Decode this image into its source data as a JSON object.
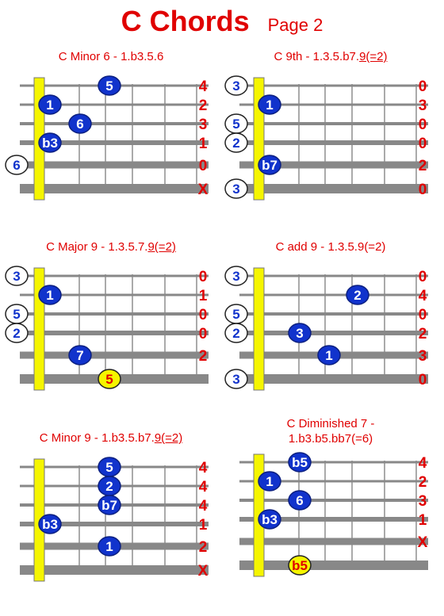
{
  "title": {
    "main": "C  Chords",
    "sub": "Page 2"
  },
  "colors": {
    "red": "#e00000",
    "blue_dot": "#1133cc",
    "nut": "#f5f500",
    "string": "#888888"
  },
  "diagrams": [
    {
      "id": "minor6",
      "label_lines": [
        [
          {
            "t": "C  Minor 6 - 1.b3.5.6"
          }
        ]
      ],
      "fingerings": [
        "4",
        "2",
        "3",
        "1",
        "0",
        "X"
      ],
      "dots": [
        {
          "text": "5",
          "string": 0,
          "fret": 3,
          "style": "blue"
        },
        {
          "text": "1",
          "string": 1,
          "fret": 1,
          "style": "blue"
        },
        {
          "text": "6",
          "string": 2,
          "fret": 2,
          "style": "blue"
        },
        {
          "text": "b3",
          "string": 3,
          "fret": 1,
          "style": "blue"
        },
        {
          "text": "6",
          "string": 4,
          "fret": 0,
          "style": "open"
        }
      ]
    },
    {
      "id": "ninth",
      "label_lines": [
        [
          {
            "t": "C  9th - 1.3.5.b7."
          },
          {
            "t": "9(=2)",
            "u": true
          }
        ]
      ],
      "fingerings": [
        "0",
        "3",
        "0",
        "0",
        "2",
        "0"
      ],
      "dots": [
        {
          "text": "3",
          "string": 0,
          "fret": 0,
          "style": "open"
        },
        {
          "text": "1",
          "string": 1,
          "fret": 1,
          "style": "blue"
        },
        {
          "text": "5",
          "string": 2,
          "fret": 0,
          "style": "open"
        },
        {
          "text": "2",
          "string": 3,
          "fret": 0,
          "style": "open"
        },
        {
          "text": "b7",
          "string": 4,
          "fret": 1,
          "style": "blue"
        },
        {
          "text": "3",
          "string": 5,
          "fret": 0,
          "style": "open"
        }
      ]
    },
    {
      "id": "major9",
      "label_lines": [
        [
          {
            "t": "C  Major 9 - 1.3.5.7."
          },
          {
            "t": "9(=2)",
            "u": true
          }
        ]
      ],
      "fingerings": [
        "0",
        "1",
        "0",
        "0",
        "2",
        ""
      ],
      "dots": [
        {
          "text": "3",
          "string": 0,
          "fret": 0,
          "style": "open"
        },
        {
          "text": "1",
          "string": 1,
          "fret": 1,
          "style": "blue"
        },
        {
          "text": "5",
          "string": 2,
          "fret": 0,
          "style": "open"
        },
        {
          "text": "2",
          "string": 3,
          "fret": 0,
          "style": "open"
        },
        {
          "text": "7",
          "string": 4,
          "fret": 2,
          "style": "blue"
        },
        {
          "text": "5",
          "string": 5,
          "fret": 3,
          "style": "yellow"
        }
      ]
    },
    {
      "id": "add9",
      "label_lines": [
        [
          {
            "t": "C  add 9 - 1.3.5.9(=2)"
          }
        ]
      ],
      "fingerings": [
        "0",
        "4",
        "0",
        "2",
        "3",
        "0"
      ],
      "dots": [
        {
          "text": "3",
          "string": 0,
          "fret": 0,
          "style": "open"
        },
        {
          "text": "2",
          "string": 1,
          "fret": 4,
          "style": "blue"
        },
        {
          "text": "5",
          "string": 2,
          "fret": 0,
          "style": "open"
        },
        {
          "text": "2",
          "string": 3,
          "fret": 0,
          "style": "open"
        },
        {
          "text": "3",
          "string": 3,
          "fret": 2,
          "style": "blue"
        },
        {
          "text": "1",
          "string": 4,
          "fret": 3,
          "style": "blue"
        },
        {
          "text": "3",
          "string": 5,
          "fret": 0,
          "style": "open"
        }
      ]
    },
    {
      "id": "minor9",
      "label_lines": [
        [
          {
            "t": "C  Minor 9 - 1.b3.5.b7."
          },
          {
            "t": "9(=2)",
            "u": true
          }
        ]
      ],
      "fingerings": [
        "4",
        "4",
        "4",
        "1",
        "2",
        "X"
      ],
      "dots": [
        {
          "text": "5",
          "string": 0,
          "fret": 3,
          "style": "blue"
        },
        {
          "text": "2",
          "string": 1,
          "fret": 3,
          "style": "blue"
        },
        {
          "text": "b7",
          "string": 2,
          "fret": 3,
          "style": "blue"
        },
        {
          "text": "b3",
          "string": 3,
          "fret": 1,
          "style": "blue"
        },
        {
          "text": "1",
          "string": 4,
          "fret": 3,
          "style": "blue"
        }
      ]
    },
    {
      "id": "dim7",
      "label_lines": [
        [
          {
            "t": "C  Diminished 7 -"
          }
        ],
        [
          {
            "t": "1.b3.b5.bb7(=6)"
          }
        ]
      ],
      "fingerings": [
        "4",
        "2",
        "3",
        "1",
        "X",
        ""
      ],
      "dots": [
        {
          "text": "b5",
          "string": 0,
          "fret": 2,
          "style": "blue"
        },
        {
          "text": "1",
          "string": 1,
          "fret": 1,
          "style": "blue"
        },
        {
          "text": "6",
          "string": 2,
          "fret": 2,
          "style": "blue"
        },
        {
          "text": "b3",
          "string": 3,
          "fret": 1,
          "style": "blue"
        },
        {
          "text": "b5",
          "string": 5,
          "fret": 2,
          "style": "yellow"
        }
      ]
    }
  ]
}
